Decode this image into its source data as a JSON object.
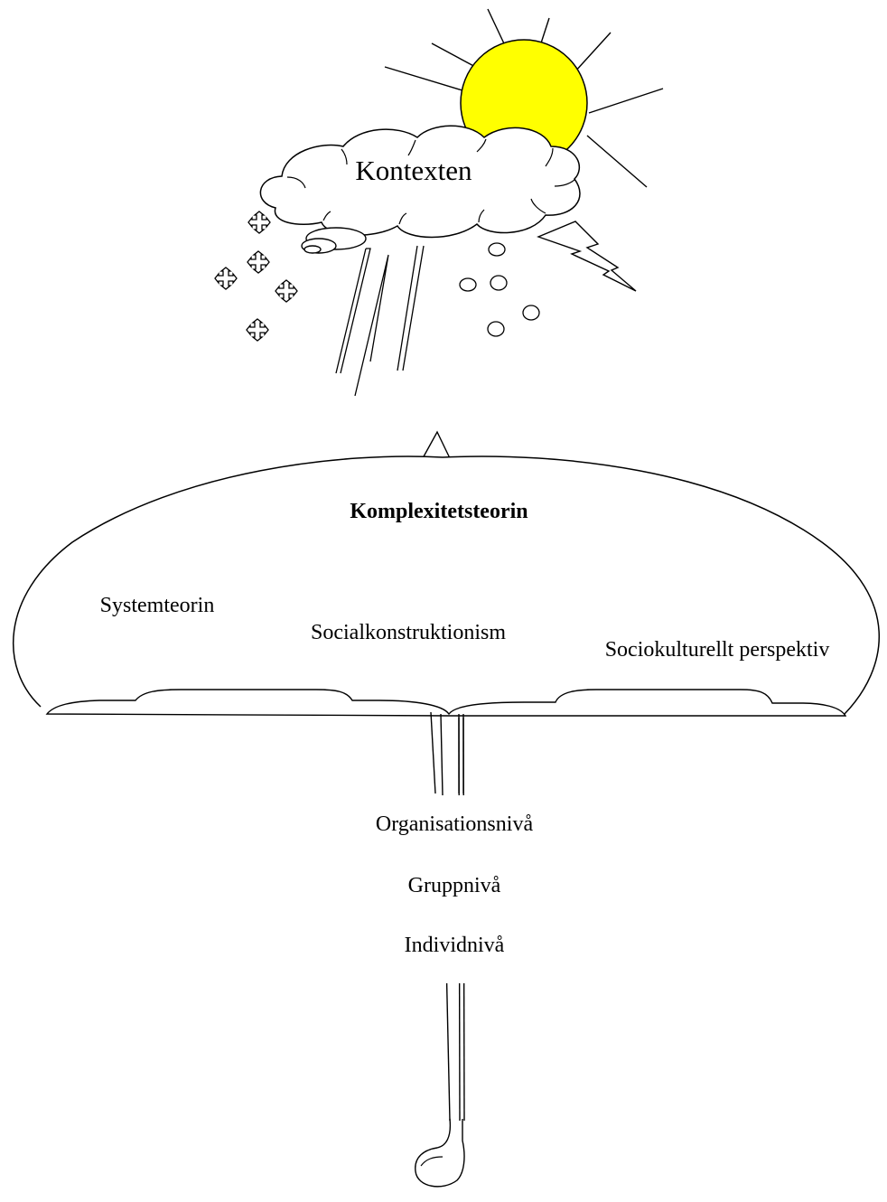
{
  "colors": {
    "sun_fill": "#FFFF00",
    "stroke": "#000000",
    "background": "#FFFFFF"
  },
  "icons": [
    "sun-icon",
    "cloud-icon",
    "lightning-bolt-icon",
    "snowflake-icon",
    "hail-icon",
    "rain-icon",
    "umbrella-icon"
  ],
  "context": {
    "cloud_label": "Kontexten"
  },
  "umbrella": {
    "title": "Komplexitetsteorin",
    "theories": [
      "Systemteorin",
      "Socialkonstruktionism",
      "Sociokulturellt perspektiv"
    ]
  },
  "levels": [
    "Organisationsnivå",
    "Gruppnivå",
    "Individnivå"
  ]
}
